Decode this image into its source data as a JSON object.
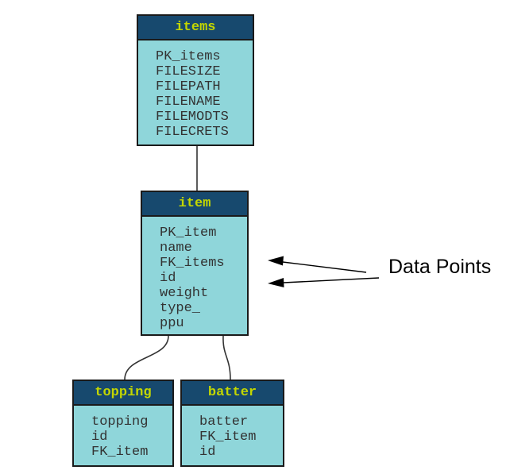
{
  "diagram": {
    "background": "#ffffff",
    "tables": [
      {
        "id": "items",
        "title": "items",
        "fields": [
          "PK_items",
          "FILESIZE",
          "FILEPATH",
          "FILENAME",
          "FILEMODTS",
          "FILECRETS"
        ]
      },
      {
        "id": "item",
        "title": "item",
        "fields": [
          "PK_item",
          "name",
          "FK_items",
          "id",
          "weight",
          "type_",
          "ppu"
        ]
      },
      {
        "id": "topping",
        "title": "topping",
        "fields": [
          "topping",
          "id",
          "FK_item"
        ]
      },
      {
        "id": "batter",
        "title": "batter",
        "fields": [
          "batter",
          "FK_item",
          "id"
        ]
      }
    ],
    "connections": [
      {
        "from": "items",
        "to": "item",
        "style": "straight"
      },
      {
        "from": "item",
        "to": "topping",
        "style": "curved"
      },
      {
        "from": "item",
        "to": "batter",
        "style": "curved"
      }
    ],
    "annotation": {
      "label": "Data Points",
      "target": "item",
      "arrow_count": 2
    },
    "colors": {
      "header_bg": "#17496e",
      "header_text": "#c3d600",
      "body_bg": "#8fd6da",
      "body_text": "#333333",
      "border": "#1a1a1a",
      "connector": "#333333",
      "arrow": "#000000",
      "annotation_text": "#000000"
    }
  }
}
